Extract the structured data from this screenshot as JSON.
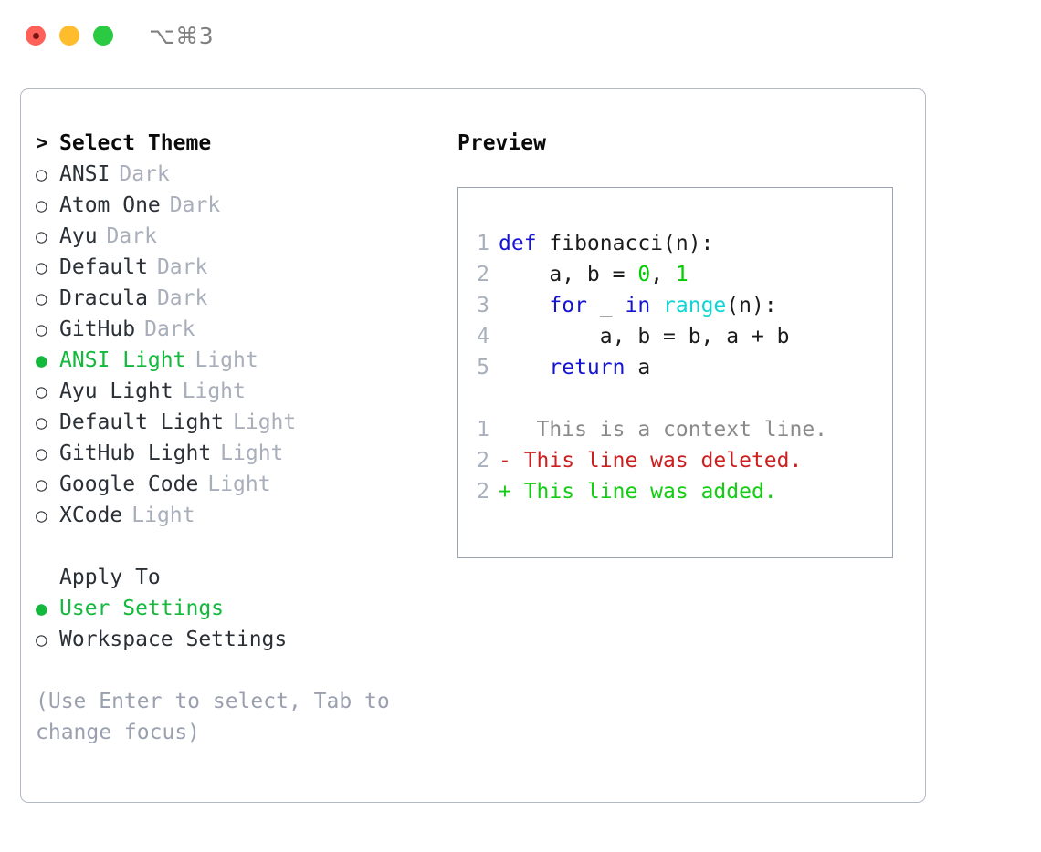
{
  "titlebar": {
    "shortcut": "⌥⌘3",
    "lights": [
      "close",
      "minimize",
      "zoom"
    ]
  },
  "theme_selector": {
    "header_marker": ">",
    "header_label": "Select Theme",
    "marker_selected": "●",
    "marker_unselected": "○",
    "selected_theme": "ANSI Light",
    "items": [
      {
        "label": "ANSI",
        "suffix": "Dark",
        "selected": false
      },
      {
        "label": "Atom One",
        "suffix": "Dark",
        "selected": false
      },
      {
        "label": "Ayu",
        "suffix": "Dark",
        "selected": false
      },
      {
        "label": "Default",
        "suffix": "Dark",
        "selected": false
      },
      {
        "label": "Dracula",
        "suffix": "Dark",
        "selected": false
      },
      {
        "label": "GitHub",
        "suffix": "Dark",
        "selected": false
      },
      {
        "label": "ANSI Light",
        "suffix": "Light",
        "selected": true
      },
      {
        "label": "Ayu Light",
        "suffix": "Light",
        "selected": false
      },
      {
        "label": "Default Light",
        "suffix": "Light",
        "selected": false
      },
      {
        "label": "GitHub Light",
        "suffix": "Light",
        "selected": false
      },
      {
        "label": "Google Code",
        "suffix": "Light",
        "selected": false
      },
      {
        "label": "XCode",
        "suffix": "Light",
        "selected": false
      }
    ]
  },
  "apply_to": {
    "header_label": "Apply To",
    "options": [
      {
        "label": "User Settings",
        "selected": true
      },
      {
        "label": "Workspace Settings",
        "selected": false
      }
    ]
  },
  "hint": {
    "text": "(Use Enter to select, Tab to change focus)"
  },
  "preview": {
    "title": "Preview",
    "code_lines": [
      {
        "num": "1",
        "tokens": [
          {
            "t": "def ",
            "c": "kw"
          },
          {
            "t": "fibonacci(n):",
            "c": "plain"
          }
        ]
      },
      {
        "num": "2",
        "tokens": [
          {
            "t": "    a, b = ",
            "c": "plain"
          },
          {
            "t": "0",
            "c": "num"
          },
          {
            "t": ", ",
            "c": "plain"
          },
          {
            "t": "1",
            "c": "num"
          }
        ]
      },
      {
        "num": "3",
        "tokens": [
          {
            "t": "    ",
            "c": "plain"
          },
          {
            "t": "for",
            "c": "kw"
          },
          {
            "t": " _ ",
            "c": "plain"
          },
          {
            "t": "in",
            "c": "kw"
          },
          {
            "t": " ",
            "c": "plain"
          },
          {
            "t": "range",
            "c": "fn"
          },
          {
            "t": "(n):",
            "c": "plain"
          }
        ]
      },
      {
        "num": "4",
        "tokens": [
          {
            "t": "        a, b = b, a + b",
            "c": "plain"
          }
        ]
      },
      {
        "num": "5",
        "tokens": [
          {
            "t": "    ",
            "c": "plain"
          },
          {
            "t": "return",
            "c": "kw"
          },
          {
            "t": " a",
            "c": "plain"
          }
        ]
      }
    ],
    "diff_lines": [
      {
        "num": "1",
        "sign": " ",
        "text": "  This is a context line.",
        "kind": "context"
      },
      {
        "num": "2",
        "sign": "-",
        "text": " This line was deleted.",
        "kind": "del"
      },
      {
        "num": "2",
        "sign": "+",
        "text": " This line was added.",
        "kind": "add"
      }
    ]
  },
  "colors": {
    "accent_green": "#14b83c",
    "keyword_blue": "#1414d2",
    "function_cyan": "#12d4d4",
    "number_green": "#00cc00",
    "diff_del_red": "#cc2020",
    "diff_add_green": "#14cc14",
    "muted_gray": "#a8aeba",
    "border_gray": "#b3b9c4"
  }
}
